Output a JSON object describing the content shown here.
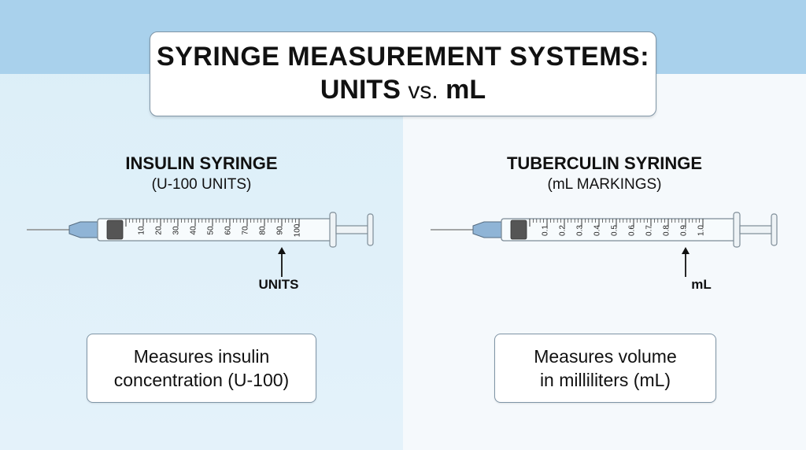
{
  "title": {
    "line1": "SYRINGE MEASUREMENT SYSTEMS:",
    "line2_a": "UNITS",
    "line2_b": "vs.",
    "line2_c": "mL"
  },
  "left": {
    "heading": "INSULIN SYRINGE",
    "subheading": "(U-100 UNITS)",
    "scale_labels": [
      "10",
      "20",
      "30",
      "40",
      "50",
      "60",
      "70",
      "80",
      "90",
      "100"
    ],
    "pointer_label": "UNITS",
    "description": [
      "Measures insulin",
      "concentration (U-100)"
    ]
  },
  "right": {
    "heading": "TUBERCULIN SYRINGE",
    "subheading": "(mL MARKINGS)",
    "scale_labels": [
      "0.1",
      "0.2",
      "0.3",
      "0.4",
      "0.5",
      "0.6",
      "0.7",
      "0.8",
      "0.9",
      "1.0"
    ],
    "pointer_label": "mL",
    "description": [
      "Measures volume",
      "in milliliters (mL)"
    ]
  },
  "colors": {
    "left_bg": "#dbeef8",
    "right_bg": "#f5f9fc",
    "top_band": "#a9d1ec",
    "needle_hub": "#8fb4d6",
    "plunger_tip": "#555555",
    "box_border": "#7f95a6"
  }
}
